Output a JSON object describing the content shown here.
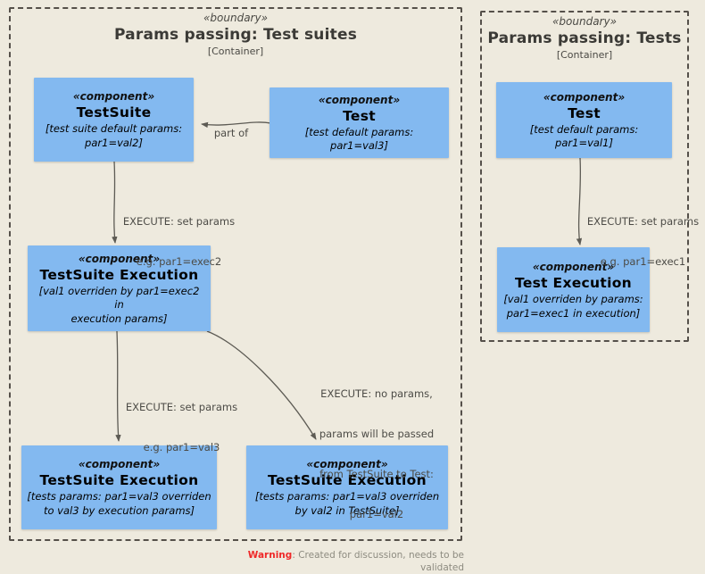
{
  "diagram": {
    "background_color": "#eeeade",
    "component_color": "#83b9f0",
    "boundary_border_color": "#55504a",
    "warning_color": "#ef2929"
  },
  "boundaries": [
    {
      "stereotype": "«boundary»",
      "title": "Params passing: Test suites",
      "subtitle": "[Container]"
    },
    {
      "stereotype": "«boundary»",
      "title": "Params passing: Tests",
      "subtitle": "[Container]"
    }
  ],
  "components": [
    {
      "stereotype": "«component»",
      "name": "TestSuite",
      "note_line1": "[test suite default params:",
      "note_line2": "par1=val2]"
    },
    {
      "stereotype": "«component»",
      "name": "Test",
      "note_line1": "[test default params: par1=val3]",
      "note_line2": ""
    },
    {
      "stereotype": "«component»",
      "name": "TestSuite Execution",
      "note_line1": "[val1 overriden by par1=exec2 in",
      "note_line2": "execution params]"
    },
    {
      "stereotype": "«component»",
      "name": "TestSuite Execution",
      "note_line1": "[tests params: par1=val3 overriden",
      "note_line2": "to val3 by execution params]"
    },
    {
      "stereotype": "«component»",
      "name": "TestSuite Execution",
      "note_line1": "[tests params: par1=val3 overriden",
      "note_line2": "by val2 in TestSuite]"
    },
    {
      "stereotype": "«component»",
      "name": "Test",
      "note_line1": "[test default params: par1=val1]",
      "note_line2": ""
    },
    {
      "stereotype": "«component»",
      "name": "Test Execution",
      "note_line1": "[val1 overriden by params:",
      "note_line2": "par1=exec1 in execution]"
    }
  ],
  "edge_labels": {
    "part_of": "part of",
    "exec_set_params_exec2_l1": "EXECUTE: set params",
    "exec_set_params_exec2_l2": "e.g. par1=exec2",
    "exec_set_params_val3_l1": "EXECUTE: set params",
    "exec_set_params_val3_l2": "e.g. par1=val3",
    "exec_no_params_l1": "EXECUTE: no params,",
    "exec_no_params_l2": "params will be passed",
    "exec_no_params_l3": "from TestSuite to Test:",
    "exec_no_params_l4": "par1=val2",
    "exec_set_params_exec1_l1": "EXECUTE: set params",
    "exec_set_params_exec1_l2": "e.g. par1=exec1"
  },
  "footer": {
    "warning_label": "Warning",
    "warning_text": ": Created for discussion, needs to be validated"
  }
}
